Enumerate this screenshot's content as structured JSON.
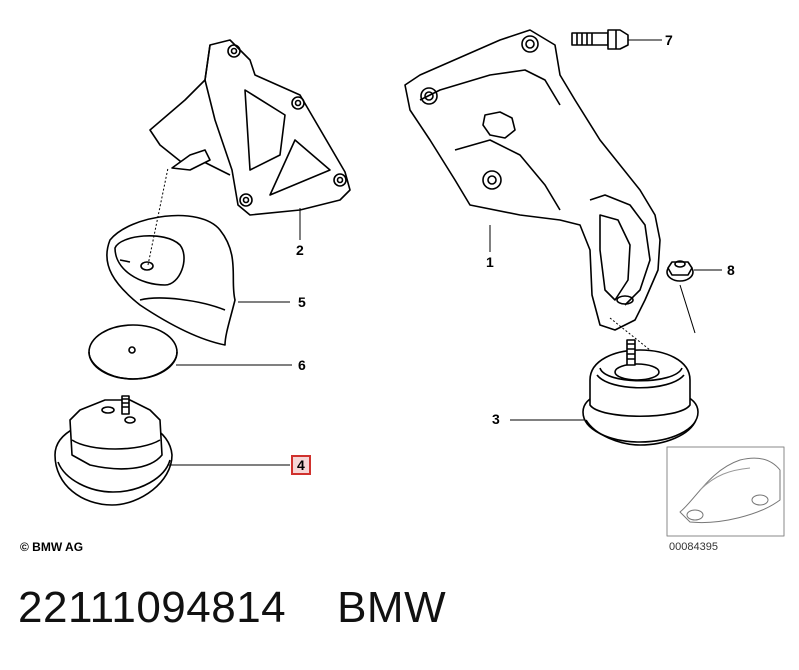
{
  "callouts": [
    {
      "id": "1",
      "label": "1"
    },
    {
      "id": "2",
      "label": "2"
    },
    {
      "id": "3",
      "label": "3"
    },
    {
      "id": "4",
      "label": "4",
      "highlighted": true
    },
    {
      "id": "5",
      "label": "5"
    },
    {
      "id": "6",
      "label": "6"
    },
    {
      "id": "7",
      "label": "7"
    },
    {
      "id": "8",
      "label": "8"
    }
  ],
  "copyright": "© BMW AG",
  "diagram_number": "00084395",
  "part_number": "22111094814",
  "brand": "BMW",
  "colors": {
    "highlight_border": "#d0312d",
    "highlight_fill": "#f6d6d6",
    "line": "#000000"
  }
}
